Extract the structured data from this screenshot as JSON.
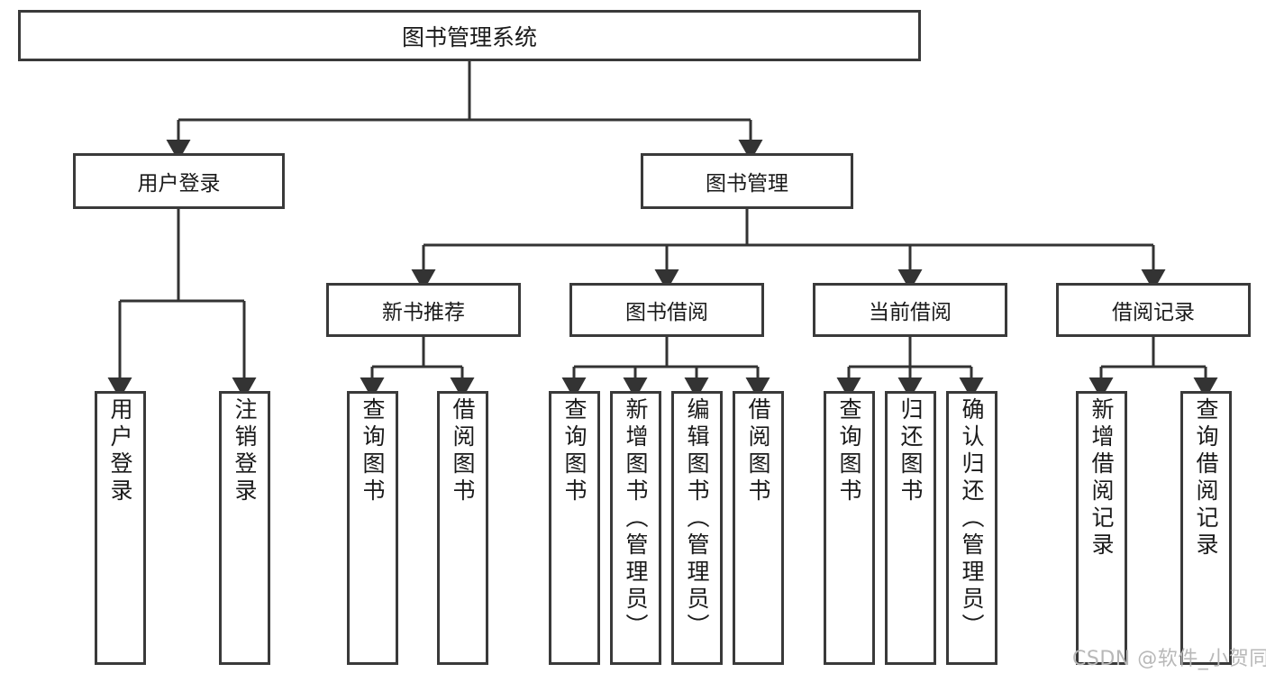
{
  "diagram": {
    "title": "图书管理系统",
    "type": "hierarchy-tree",
    "colors": {
      "box_border": "#3a3a3a",
      "box_fill": "#ffffff",
      "line": "#333333",
      "text": "#1a1a1a",
      "watermark": "#b8b8b8",
      "background": "#ffffff"
    },
    "root": {
      "label": "图书管理系统"
    },
    "level2": [
      {
        "label": "用户登录"
      },
      {
        "label": "图书管理"
      }
    ],
    "level3": [
      {
        "label": "新书推荐"
      },
      {
        "label": "图书借阅"
      },
      {
        "label": "当前借阅"
      },
      {
        "label": "借阅记录"
      }
    ],
    "leaves": {
      "user_login": [
        {
          "label": "用户登录"
        },
        {
          "label": "注销登录"
        }
      ],
      "new_book_recommend": [
        {
          "label": "查询图书"
        },
        {
          "label": "借阅图书"
        }
      ],
      "book_borrow": [
        {
          "label": "查询图书"
        },
        {
          "label": "新增图书（管理员）"
        },
        {
          "label": "编辑图书（管理员）"
        },
        {
          "label": "借阅图书"
        }
      ],
      "current_borrow": [
        {
          "label": "查询图书"
        },
        {
          "label": "归还图书"
        },
        {
          "label": "确认归还（管理员）"
        }
      ],
      "borrow_record": [
        {
          "label": "新增借阅记录"
        },
        {
          "label": "查询借阅记录"
        }
      ]
    }
  },
  "watermark": {
    "text": "CSDN @软件_小贺同学"
  }
}
